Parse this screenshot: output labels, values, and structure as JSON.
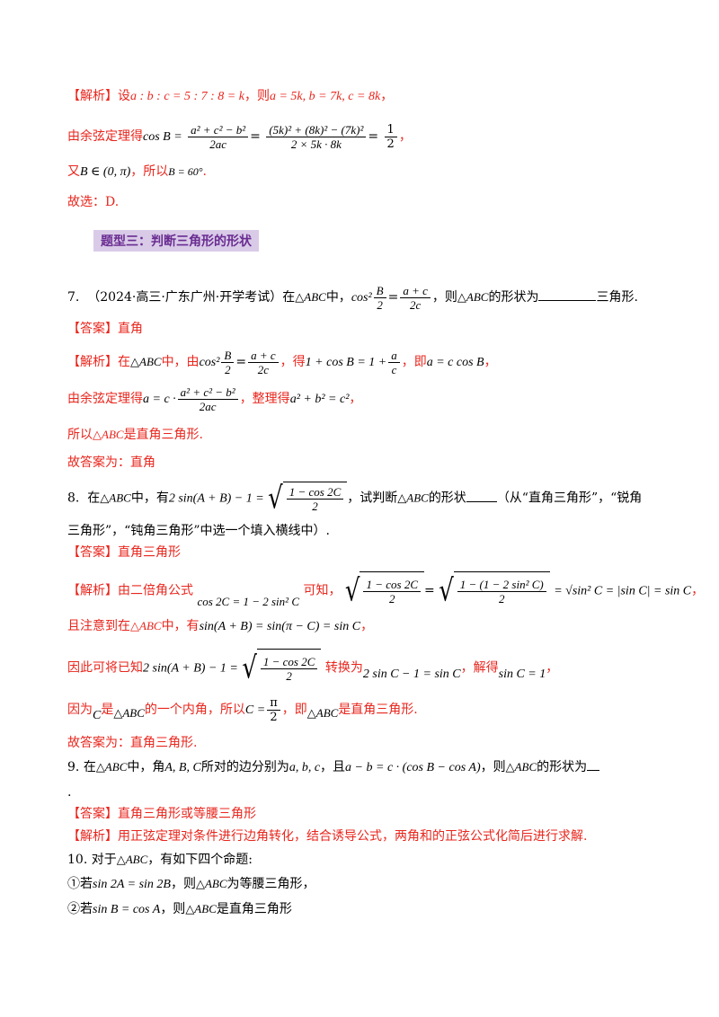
{
  "p6": {
    "l1_tag": "【解析】",
    "l1_a": "设",
    "l1_ratio": "a : b : c = 5 : 7 : 8 = k",
    "l1_b": "，则",
    "l1_res": "a = 5k, b = 7k, c = 8k",
    "l1_c": "，",
    "l2_a": "由余弦定理得",
    "l2_cos": "cos B =",
    "l2_f1n": "a² + c² − b²",
    "l2_f1d": "2ac",
    "l2_f2n": "(5k)² + (8k)² − (7k)²",
    "l2_f2d": "2 × 5k · 8k",
    "l2_f3n": "1",
    "l2_f3d": "2",
    "l2_end": "，",
    "l3_a": "又",
    "l3_m1": "B ∈ (0, π)",
    "l3_b": "，所以",
    "l3_m2": "B = 60°",
    "l3_c": ".",
    "l4": "故选：D."
  },
  "section_heading": "题型三：判断三角形的形状",
  "q7": {
    "num": "7.",
    "source": "（2024·高三·广东广州·开学考试）在",
    "tri": "△ABC",
    "t1": "中，",
    "cos": "cos²",
    "fBn": "B",
    "fBd": "2",
    "eq": "=",
    "fn": "a + c",
    "fd": "2c",
    "t2": "，则",
    "t3": "的形状为",
    "t4": "三角形.",
    "ans_tag": "【答案】",
    "ans": "直角",
    "s1_tag": "【解析】",
    "s1_a": "在",
    "s1_b": "中，由",
    "s1_c": "，得",
    "s1_m": "1 + cos B = 1 +",
    "s1_fn": "a",
    "s1_fd": "c",
    "s1_d": "，即",
    "s1_m2": "a = c cos B",
    "s1_e": "，",
    "s2_a": "由余弦定理得",
    "s2_m": "a = c ·",
    "s2_fn": "a² + c² − b²",
    "s2_fd": "2ac",
    "s2_b": "，整理得",
    "s2_m2": "a² + b² = c²",
    "s2_c": "，",
    "s3_a": "所以",
    "s3_b": "是直角三角形.",
    "s4": "故答案为：直角"
  },
  "q8": {
    "num": "8.",
    "t1": "在",
    "tri": "△ABC",
    "t2": "中，有",
    "m1": "2 sin(A + B) − 1 =",
    "sq_n": "1 − cos 2C",
    "sq_d": "2",
    "t3": "，试判断",
    "t4": "的形状",
    "t5": "（从“直角三角形”，“锐角",
    "l2": "三角形”，“钝角三角形”中选一个填入横线中）.",
    "ans_tag": "【答案】",
    "ans": "直角三角形",
    "s1_tag": "【解析】",
    "s1_a": "由二倍角公式",
    "s1_m": "cos 2C = 1 − 2 sin² C",
    "s1_b": "可知，",
    "s1_sq2n": "1 − (1 − 2 sin² C)",
    "s1_sq2d": "2",
    "s1_tail": "= √sin² C = |sin C| = sin C",
    "s1_c": "，",
    "s2_a": "且注意到在",
    "s2_b": "中，有",
    "s2_m": "sin(A + B) = sin(π − C) = sin C",
    "s2_c": "，",
    "s3_a": "因此可将已知",
    "s3_b": "转换为",
    "s3_m": "2 sin C − 1 = sin C",
    "s3_c": "，解得",
    "s3_m2": "sin C = 1",
    "s3_d": "，",
    "s4_a": "因为",
    "s4_C": "C",
    "s4_b": "是",
    "s4_c": "的一个内角，所以",
    "s4_m": "C =",
    "s4_fn": "π",
    "s4_fd": "2",
    "s4_d": "，即",
    "s4_e": "是直角三角形.",
    "s5": "故答案为：直角三角形."
  },
  "q9": {
    "num": "9.",
    "t1": "在",
    "tri": "△ABC",
    "t2": "中，角",
    "m1": "A, B, C",
    "t3": "所对的边分别为",
    "m2": "a, b, c",
    "t4": "，且",
    "m3": "a − b = c · (cos B − cos A)",
    "t5": "，则",
    "t6": "的形状为",
    "l2": ".",
    "ans_tag": "【答案】",
    "ans": "直角三角形或等腰三角形",
    "sol_tag": "【解析】",
    "sol": "用正弦定理对条件进行边角转化，结合诱导公式，两角和的正弦公式化简后进行求解."
  },
  "q10": {
    "num": "10.",
    "t1": "对于",
    "tri": "△ABC",
    "t2": "，有如下四个命题:",
    "i1_a": "①若",
    "i1_m": "sin 2A = sin 2B",
    "i1_b": "，则",
    "i1_c": "为等腰三角形，",
    "i2_a": "②若",
    "i2_m": "sin B = cos A",
    "i2_b": "，则",
    "i2_c": "是直角三角形"
  }
}
